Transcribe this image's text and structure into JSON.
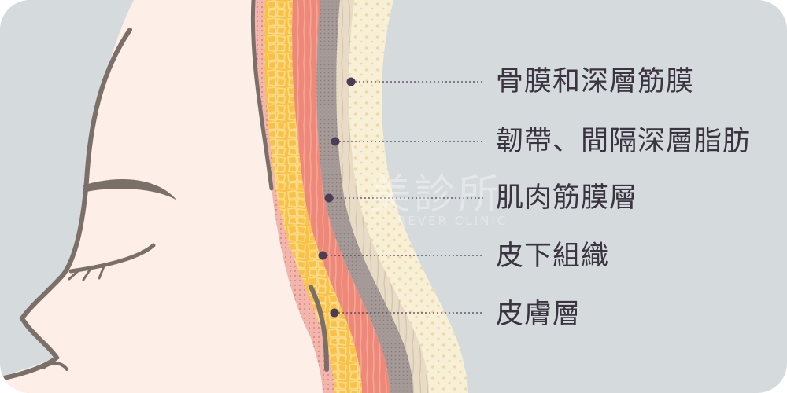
{
  "colors": {
    "background": "#d5dadd",
    "skin_face": "#fdefe7",
    "outline": "#7b6f69",
    "dermis_pink": "#f2b6ad",
    "fat_yellow": "#f9c246",
    "muscle_red": "#ee8979",
    "fascia_grey": "#a69a98",
    "ligament_tan": "#e8dcc7",
    "periosteum_cream": "#f7efd6",
    "leader_dot": "#4a3d55",
    "label_text": "#3a3340"
  },
  "layers": [
    {
      "id": "periosteum",
      "label": "骨膜和深層筋膜"
    },
    {
      "id": "ligament",
      "label": "韌帶、間隔深層脂肪"
    },
    {
      "id": "muscle",
      "label": "肌肉筋膜層"
    },
    {
      "id": "subcutaneous",
      "label": "皮下組織"
    },
    {
      "id": "skin",
      "label": "皮膚層"
    }
  ],
  "watermark": {
    "main": "美診所",
    "sub": "REVER CLINIC"
  }
}
